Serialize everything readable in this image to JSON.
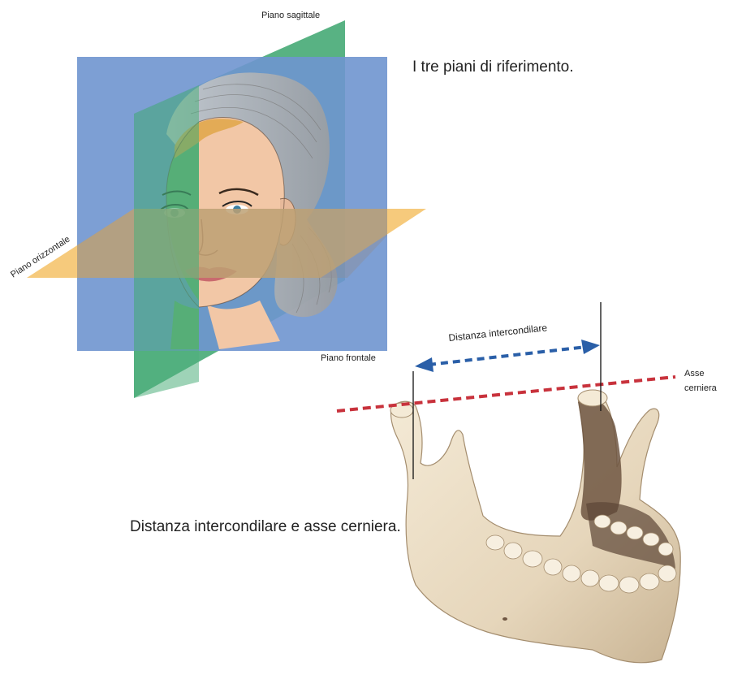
{
  "figure_top": {
    "caption": "I tre piani di riferimento.",
    "labels": {
      "sagittal": "Piano sagittale",
      "horizontal": "Piano orizzontale",
      "frontal": "Piano frontale"
    },
    "colors": {
      "frontal_plane": "#6f95cf",
      "sagittal_plane": "#4fae7c",
      "horizontal_plane": "#f3b54a"
    }
  },
  "figure_bottom": {
    "caption": "Distanza intercondilare e asse cerniera.",
    "labels": {
      "intercondylar": "Distanza intercondilare",
      "hinge_axis_line1": "Asse",
      "hinge_axis_line2": "cerniera"
    },
    "colors": {
      "intercondylar_arrow": "#2a5fa8",
      "hinge_axis_line": "#c8323c",
      "bone": "#e9dcc4"
    }
  }
}
